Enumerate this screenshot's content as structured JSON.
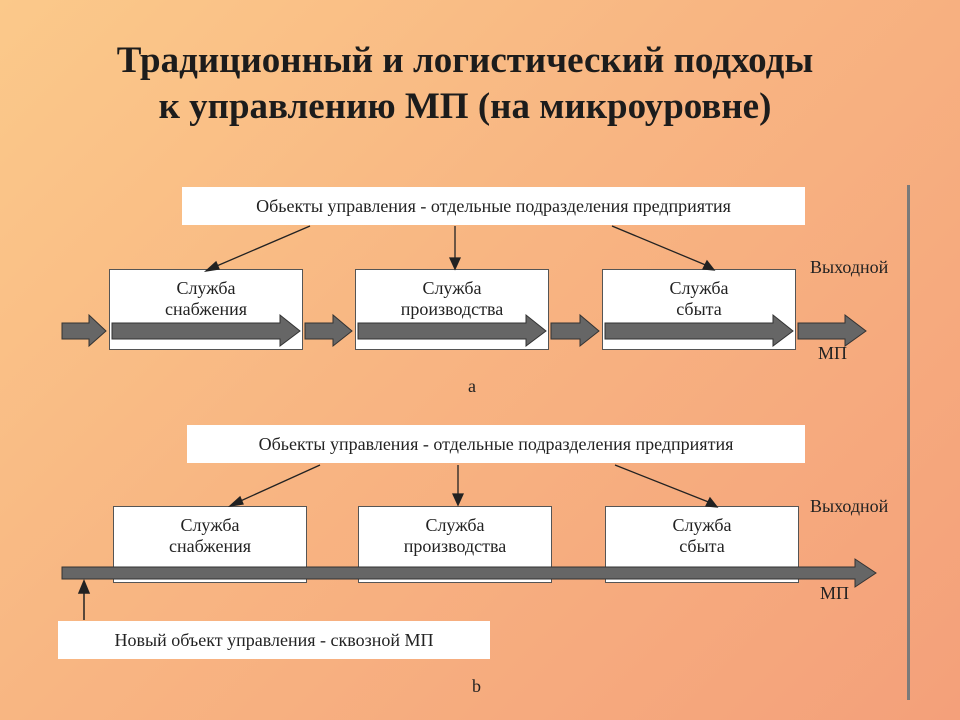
{
  "title": {
    "line1": "Традиционный и логистический подходы",
    "line2": "к управлению МП (на микроуровне)"
  },
  "diagram_a": {
    "top_label": "Обьекты управления - отдельные подразделения предприятия",
    "departments": [
      {
        "line1": "Служба",
        "line2": "снабжения"
      },
      {
        "line1": "Служба",
        "line2": "производства"
      },
      {
        "line1": "Служба",
        "line2": "сбыта"
      }
    ],
    "output_label_top": "Выходной",
    "output_label_bottom": "МП",
    "caption": "a"
  },
  "diagram_b": {
    "top_label": "Обьекты управления - отдельные подразделения предприятия",
    "departments": [
      {
        "line1": "Служба",
        "line2": "снабжения"
      },
      {
        "line1": "Служба",
        "line2": "производства"
      },
      {
        "line1": "Служба",
        "line2": "сбыта"
      }
    ],
    "output_label_top": "Выходной",
    "output_label_bottom": "МП",
    "bottom_label": "Новый объект управления - сквозной МП",
    "caption": "b"
  },
  "colors": {
    "flow_fill": "#666666",
    "flow_stroke": "#333333",
    "line": "#222222"
  }
}
